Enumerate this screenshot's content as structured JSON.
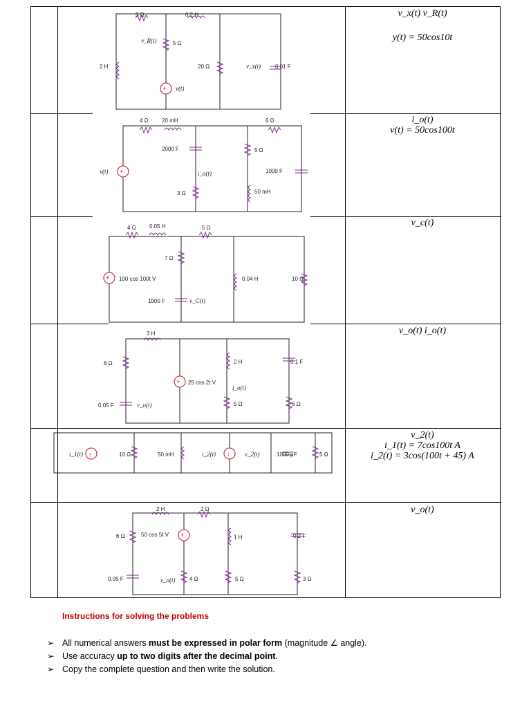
{
  "rows": [
    {
      "answer_lines": [
        "v_x(t)        v_R(t)",
        "y(t) = 50cos10t"
      ],
      "labels": {
        "r1": "3 Ω",
        "l1": "0.2 H",
        "r2": "5 Ω",
        "vr": "v_R(t)",
        "l2": "2 H",
        "r3": "20 Ω",
        "vx": "v_x(t)",
        "c1": "0.01 F",
        "vs": "v(t)"
      }
    },
    {
      "answer_lines": [
        "i_o(t)",
        "v(t) = 50cos100t"
      ],
      "labels": {
        "r1": "4 Ω",
        "l1": "20 mH",
        "r2": "6 Ω",
        "c1": "2000  F",
        "r3": "5 Ω",
        "io": "i_o(t)",
        "c2": "1000  F",
        "r4": "3 Ω",
        "l2": "50 mH",
        "vs": "v(t)"
      }
    },
    {
      "answer_lines": [
        "v_c(t)"
      ],
      "labels": {
        "r1": "4 Ω",
        "l1": "0.05 H",
        "r2": "5 Ω",
        "r3": "7 Ω",
        "vs": "100 cos 100t V",
        "c1": "1000  F",
        "vc": "v_C(t)",
        "l2": "0.04 H",
        "r4": "10 Ω"
      }
    },
    {
      "answer_lines": [
        "v_o(t)            i_o(t)"
      ],
      "labels": {
        "l1": "3 H",
        "r1": "8 Ω",
        "l2": "2 H",
        "c1": "0.1 F",
        "vs": "25 cos 2t V",
        "io": "i_o(t)",
        "c2": "0.05 F",
        "vo": "v_o(t)",
        "r2": "5 Ω",
        "r3": "6 Ω"
      }
    },
    {
      "answer_lines": [
        "v_2(t)",
        "i_1(t) = 7cos100t A",
        "i_2(t) = 3cos(100t + 45) A"
      ],
      "labels": {
        "i1": "i_1(t)",
        "r1": "10 Ω",
        "l1": "50 mH",
        "i2": "i_2(t)",
        "v2": "v_2(t)",
        "c1": "1000 μF",
        "r2": "5 Ω"
      }
    },
    {
      "answer_lines": [
        "v_o(t)"
      ],
      "labels": {
        "l1": "2 H",
        "r1": "2 Ω",
        "r2": "6 Ω",
        "vs": "50 cos 5t V",
        "l2": "1 H",
        "c1": "0.2 F",
        "c2": "0.05 F",
        "vo": "v_o(t)",
        "r3": "4 Ω",
        "r4": "5 Ω",
        "r5": "3 Ω"
      }
    }
  ],
  "instructions": {
    "title": "Instructions for solving the problems",
    "bullets": [
      {
        "a": "All numerical answers ",
        "b": "must be expressed in polar form",
        "c": " (magnitude ∠ angle)."
      },
      {
        "a": "Use accuracy ",
        "b": "up to two digits after the decimal point",
        "c": "."
      },
      {
        "a": "Copy the complete question and then write the solution.",
        "b": "",
        "c": ""
      }
    ],
    "arrow": "➢"
  }
}
